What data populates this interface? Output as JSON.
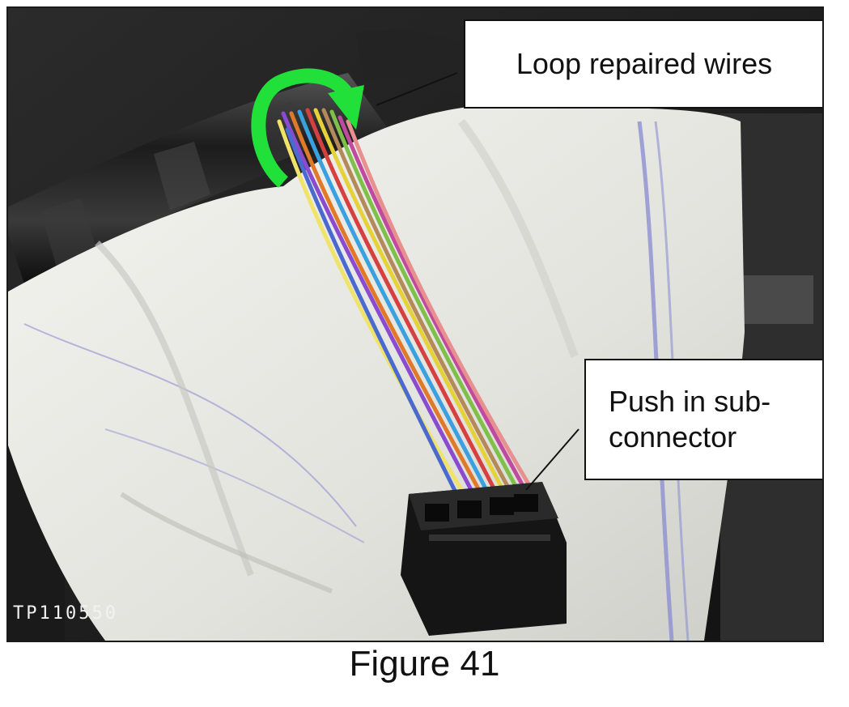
{
  "photo": {
    "callout_top": "Loop repaired wires",
    "callout_bottom": "Push in sub-\nconnector",
    "photo_id": "TP110550"
  },
  "caption": "Figure 41",
  "colors": {
    "arrow": "#22e03a",
    "towel": "#e9e9e4",
    "harness": "#2a2a2a",
    "connector": "#151515"
  },
  "icons": [
    "loop-arrow-icon"
  ]
}
